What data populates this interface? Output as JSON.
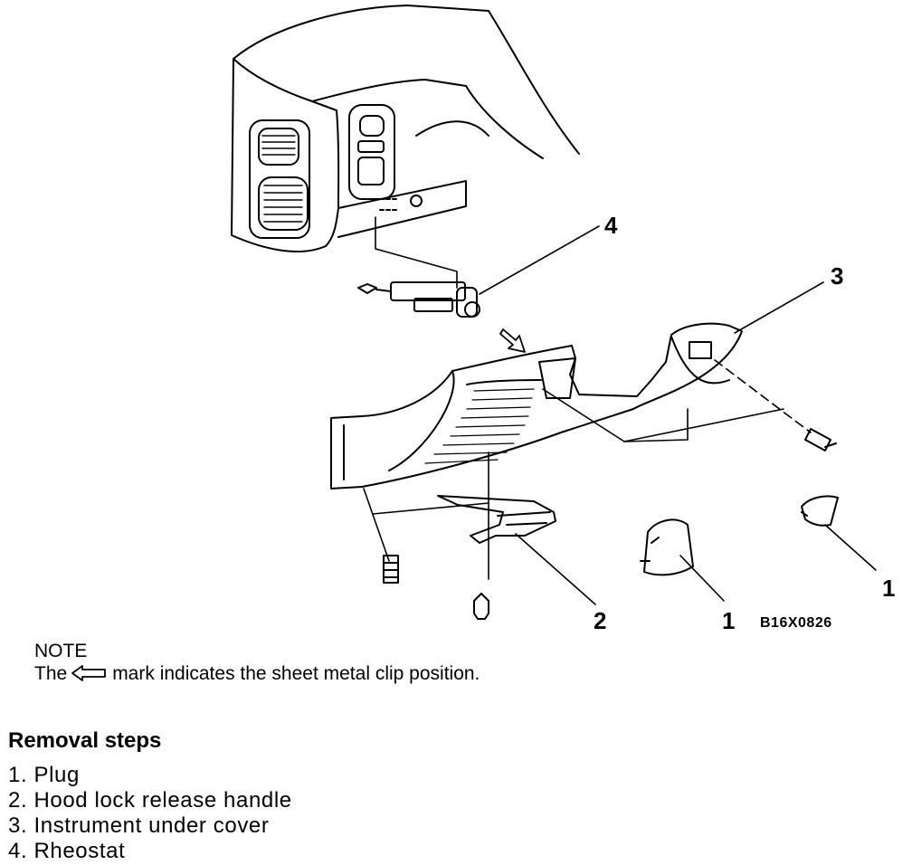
{
  "diagram": {
    "callouts": {
      "c4": "4",
      "c3": "3",
      "c2": "2",
      "c1a": "1",
      "c1b": "1"
    },
    "figure_code": "B16X0826"
  },
  "note": {
    "title": "NOTE",
    "prefix": "The",
    "icon": "hollow-left-arrow-icon",
    "suffix": "mark indicates the sheet metal clip position."
  },
  "removal": {
    "title": "Removal steps",
    "steps": [
      "1. Plug",
      "2. Hood lock release handle",
      "3. Instrument under cover",
      "4. Rheostat"
    ]
  }
}
